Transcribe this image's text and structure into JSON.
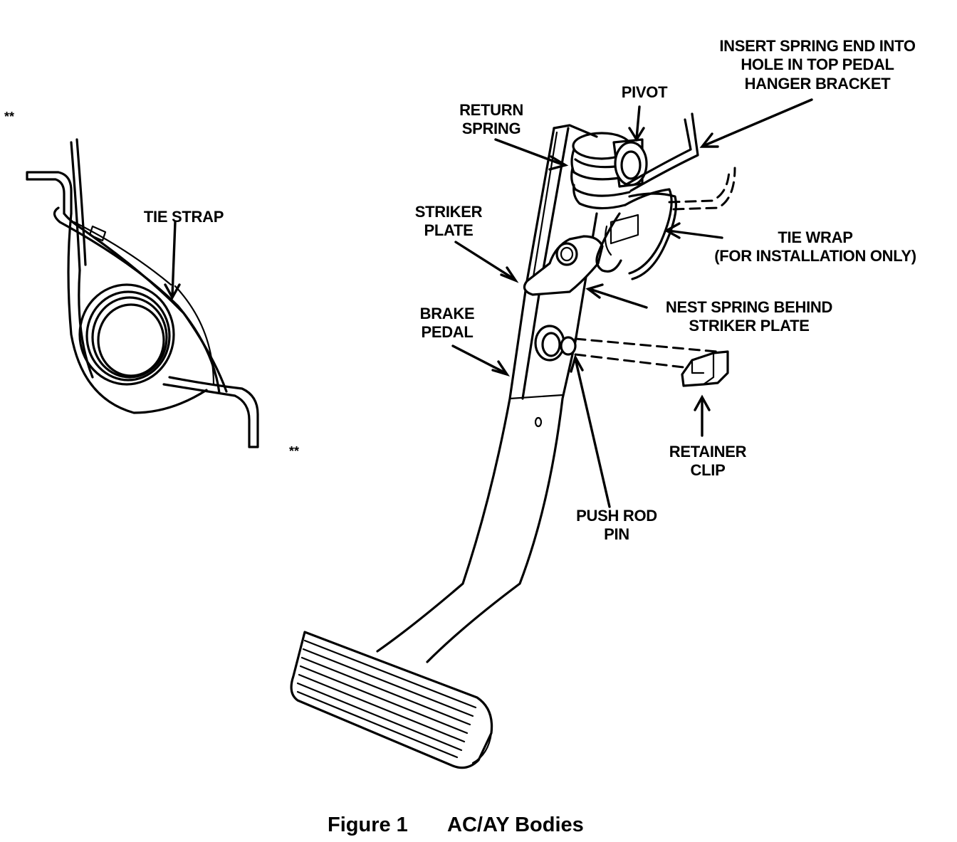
{
  "labels": {
    "insert_spring": [
      "INSERT SPRING END INTO",
      "HOLE IN TOP PEDAL",
      "HANGER BRACKET"
    ],
    "pivot": "PIVOT",
    "return_spring": [
      "RETURN",
      "SPRING"
    ],
    "tie_strap": "TIE STRAP",
    "striker_plate": [
      "STRIKER",
      "PLATE"
    ],
    "tie_wrap": [
      "TIE WRAP",
      "(FOR INSTALLATION ONLY)"
    ],
    "nest_spring": [
      "NEST SPRING BEHIND",
      "STRIKER PLATE"
    ],
    "brake_pedal": [
      "BRAKE",
      "PEDAL"
    ],
    "retainer_clip": [
      "RETAINER",
      "CLIP"
    ],
    "push_rod_pin": [
      "PUSH ROD",
      "PIN"
    ],
    "detail_marker": "**"
  },
  "caption": {
    "figure": "Figure 1",
    "title": "AC/AY Bodies"
  }
}
